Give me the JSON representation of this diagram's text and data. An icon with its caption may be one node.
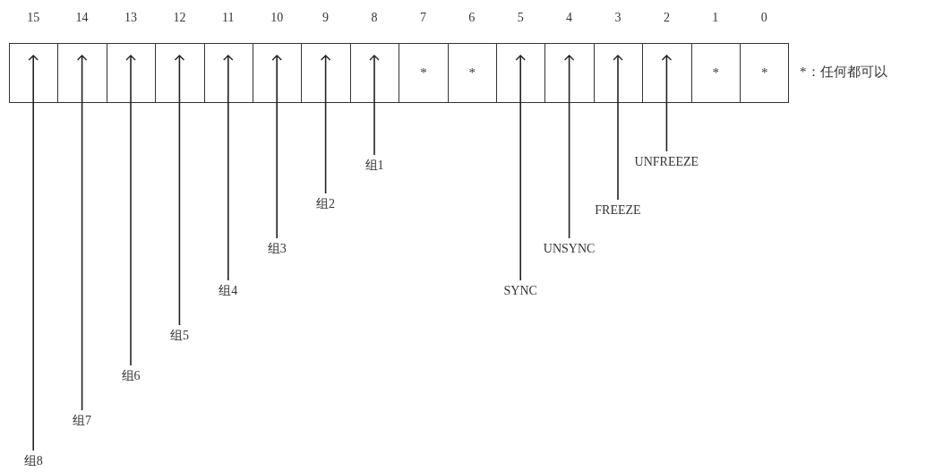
{
  "diagram": {
    "nodes": [
      {
        "text": [],
        "shape": "box",
        "beside": [
          "15"
        ]
      },
      {
        "text": [],
        "shape": "box",
        "beside": [
          "14"
        ]
      },
      {
        "text": [],
        "shape": "box",
        "beside": [
          "13"
        ]
      },
      {
        "text": [],
        "shape": "box",
        "beside": [
          "12"
        ]
      },
      {
        "text": [],
        "shape": "box",
        "beside": [
          "11"
        ]
      },
      {
        "text": [],
        "shape": "box",
        "beside": [
          "10"
        ]
      },
      {
        "text": [],
        "shape": "box",
        "beside": [
          "9"
        ]
      },
      {
        "text": [],
        "shape": "box",
        "beside": [
          "8"
        ]
      },
      {
        "text": [
          "*"
        ],
        "beside": [
          "7"
        ]
      },
      {
        "text": [
          "*"
        ],
        "beside": [
          "6"
        ]
      },
      {
        "text": [],
        "shape": "box",
        "beside": [
          "5"
        ]
      },
      {
        "text": [],
        "shape": "box",
        "beside": [
          "4"
        ]
      },
      {
        "text": [],
        "shape": "box",
        "beside": [
          "3"
        ]
      },
      {
        "text": [],
        "shape": "box",
        "beside": [
          "2"
        ]
      },
      {
        "text": [
          "*"
        ],
        "beside": [
          "1"
        ]
      },
      {
        "text": [
          "*"
        ],
        "beside": [
          "0"
        ]
      },
      {
        "text": [
          "组1"
        ]
      },
      {
        "text": [
          "UNFREEZE"
        ]
      },
      {
        "text": [
          "组2"
        ]
      },
      {
        "text": [
          "FREEZE"
        ]
      },
      {
        "text": [
          "组3"
        ]
      },
      {
        "text": [
          "UNSYNC"
        ]
      },
      {
        "text": [
          "组4"
        ]
      },
      {
        "text": [
          "SYNC"
        ]
      },
      {
        "text": [
          "组5"
        ]
      },
      {
        "text": [
          "组6"
        ]
      },
      {
        "text": [
          "组7"
        ]
      },
      {
        "text": [
          "组8"
        ]
      }
    ],
    "edges": [
      {
        "from": 16,
        "to": 7,
        "arrow": "to"
      },
      {
        "from": 17,
        "to": 13,
        "arrow": "to"
      },
      {
        "from": 18,
        "to": 6,
        "arrow": "to"
      },
      {
        "from": 19,
        "to": 12,
        "arrow": "to"
      },
      {
        "from": 20,
        "to": 5,
        "arrow": "to"
      },
      {
        "from": 21,
        "to": 11,
        "arrow": "to"
      },
      {
        "from": 22,
        "to": 4,
        "arrow": "to"
      },
      {
        "from": 23,
        "to": 10,
        "arrow": "to"
      },
      {
        "from": 24,
        "to": 3,
        "arrow": "to"
      },
      {
        "from": 25,
        "to": 2,
        "arrow": "to"
      },
      {
        "from": 26,
        "to": 1,
        "arrow": "to"
      },
      {
        "from": 27,
        "to": 0,
        "arrow": "to"
      }
    ],
    "labels": [
      "*：任何都可以"
    ]
  }
}
